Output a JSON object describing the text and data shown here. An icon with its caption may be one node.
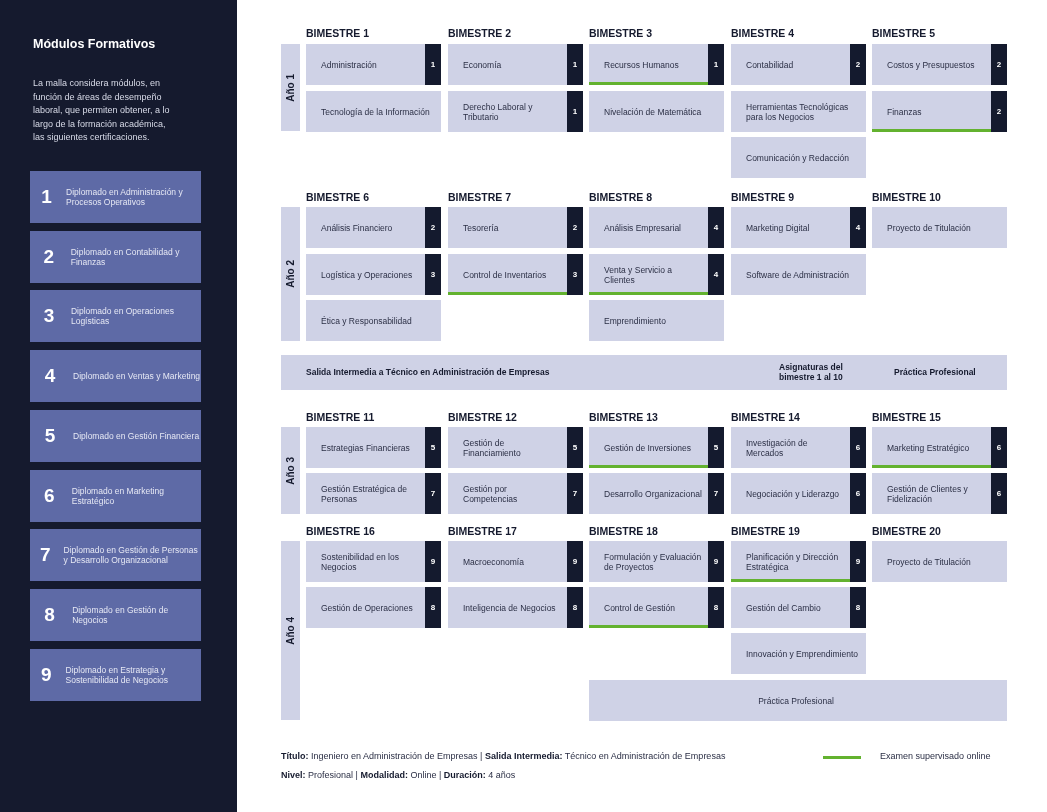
{
  "diagram": {
    "nodes": [
      {
        "text": [
          "1",
          "Diplomado en Administración y Procesos Operativos"
        ]
      },
      {
        "text": [
          "2",
          "Diplomado en Contabilidad y Finanzas"
        ]
      },
      {
        "text": [
          "3",
          "Diplomado en Operaciones Logísticas"
        ]
      },
      {
        "text": [
          "4",
          "Diplomado en Ventas y Marketing"
        ]
      },
      {
        "text": [
          "5",
          "Diplomado en Gestión Financiera"
        ]
      },
      {
        "text": [
          "6",
          "Diplomado en Marketing Estratégico"
        ]
      },
      {
        "text": [
          "7",
          "Diplomado en Gestión de Personas y Desarrollo Organizacional"
        ]
      },
      {
        "text": [
          "8",
          "Diplomado en Gestión de Negocios"
        ]
      },
      {
        "text": [
          "9",
          "Diplomado en Estrategia y Sostenibilidad de Negocios"
        ]
      },
      {
        "text": [
          "Año 1"
        ]
      },
      {
        "text": [
          "Administración",
          "1"
        ]
      },
      {
        "text": [
          "Economía",
          "1"
        ]
      },
      {
        "text": [
          "Recursos Humanos",
          "1"
        ]
      },
      {
        "text": [
          "Contabilidad",
          "2"
        ]
      },
      {
        "text": [
          "Costos y Presupuestos",
          "2"
        ]
      },
      {
        "text": [
          "Tecnología de la Información"
        ]
      },
      {
        "text": [
          "Derecho Laboral y Tributario",
          "1"
        ]
      },
      {
        "text": [
          "Nivelación de Matemática"
        ]
      },
      {
        "text": [
          "Herramientas Tecnológicas para los Negocios"
        ]
      },
      {
        "text": [
          "Finanzas",
          "2"
        ]
      },
      {
        "text": [
          "Comunicación y Redacción"
        ]
      },
      {
        "text": [
          "Año 2"
        ]
      },
      {
        "text": [
          "Análisis Financiero",
          "2"
        ]
      },
      {
        "text": [
          "Tesorería",
          "2"
        ]
      },
      {
        "text": [
          "Análisis Empresarial",
          "4"
        ]
      },
      {
        "text": [
          "Marketing Digital",
          "4"
        ]
      },
      {
        "text": [
          "Proyecto de Titulación"
        ]
      },
      {
        "text": [
          "Logística y Operaciones",
          "3"
        ]
      },
      {
        "text": [
          "Control de Inventarios",
          "3"
        ]
      },
      {
        "text": [
          "Venta y Servicio a Clientes",
          "4"
        ]
      },
      {
        "text": [
          "Software de Administración"
        ]
      },
      {
        "text": [
          "Ética y Responsabilidad"
        ]
      },
      {
        "text": [
          "Emprendimiento"
        ]
      },
      {
        "text": [
          "Salida Intermedia a Técnico en Administración de Empresas",
          "Asignaturas del bimestre 1 al 10",
          "Práctica Profesional"
        ]
      },
      {
        "text": [
          "Año 3"
        ]
      },
      {
        "text": [
          "Estrategias Financieras",
          "5"
        ]
      },
      {
        "text": [
          "Gestión de Financiamiento",
          "5"
        ]
      },
      {
        "text": [
          "Gestión de Inversiones",
          "5"
        ]
      },
      {
        "text": [
          "Investigación de Mercados",
          "6"
        ]
      },
      {
        "text": [
          "Marketing Estratégico",
          "6"
        ]
      },
      {
        "text": [
          "Gestión Estratégica de Personas",
          "7"
        ]
      },
      {
        "text": [
          "Gestión por Competencias",
          "7"
        ]
      },
      {
        "text": [
          "Desarrollo Organizacional",
          "7"
        ]
      },
      {
        "text": [
          "Negociación y Liderazgo",
          "6"
        ]
      },
      {
        "text": [
          "Gestión de Clientes y Fidelización",
          "6"
        ]
      },
      {
        "text": [
          "Año 4"
        ]
      },
      {
        "text": [
          "Sostenibilidad en los Negocios",
          "9"
        ]
      },
      {
        "text": [
          "Macroeconomía",
          "9"
        ]
      },
      {
        "text": [
          "Formulación y Evaluación de Proyectos",
          "9"
        ]
      },
      {
        "text": [
          "Planificación y Dirección Estratégica",
          "9"
        ]
      },
      {
        "text": [
          "Proyecto de Titulación"
        ]
      },
      {
        "text": [
          "Gestión de Operaciones",
          "8"
        ]
      },
      {
        "text": [
          "Inteligencia de Negocios",
          "8"
        ]
      },
      {
        "text": [
          "Control de Gestión",
          "8"
        ]
      },
      {
        "text": [
          "Gestión del Cambio",
          "8"
        ]
      },
      {
        "text": [
          "Innovación y Emprendimiento"
        ]
      },
      {
        "text": [
          "Práctica Profesional"
        ]
      }
    ],
    "labels": [
      "Módulos Formativos",
      "La malla considera módulos, en función de áreas de desempeño laboral, que permiten obtener, a lo largo de la formación académica, las siguientes certificaciones.",
      "BIMESTRE 1",
      "BIMESTRE 2",
      "BIMESTRE 3",
      "BIMESTRE 4",
      "BIMESTRE 5",
      "BIMESTRE 6",
      "BIMESTRE 7",
      "BIMESTRE 8",
      "BIMESTRE 9",
      "BIMESTRE 10",
      "BIMESTRE 11",
      "BIMESTRE 12",
      "BIMESTRE 13",
      "BIMESTRE 14",
      "BIMESTRE 15",
      "BIMESTRE 16",
      "BIMESTRE 17",
      "BIMESTRE 18",
      "BIMESTRE 19",
      "BIMESTRE 20",
      "**Título:** Ingeniero en Administración de Empresas | **Salida Intermedia:** Técnico en Administración de Empresas",
      "**Nivel:** Profesional | **Modalidad:** Online | **Duración:** 4 años"
    ],
    "legend": [
      {
        "text": "Examen supervisado online",
        "color": "#63b22f"
      }
    ]
  }
}
